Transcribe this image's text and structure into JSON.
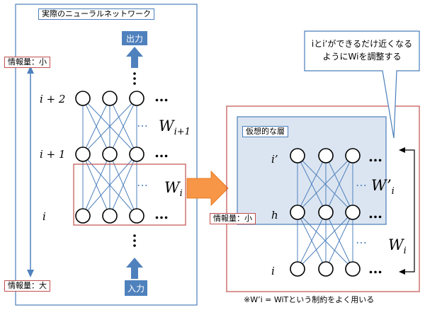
{
  "left_panel": {
    "title": "実際のニューラルネットワーク",
    "output_label": "出力",
    "input_label": "入力",
    "info_small": "情報量：小",
    "info_large": "情報量：大",
    "layer_labels": [
      "i + 2",
      "i + 1",
      "i"
    ],
    "weight_top": "W",
    "weight_top_sub": "i+1",
    "weight_mid": "W",
    "weight_mid_sub": "i"
  },
  "right_panel": {
    "virtual_layer_label": "仮想的な層",
    "info_small": "情報量：小",
    "layer_labels": [
      "i’",
      "h",
      "i"
    ],
    "weight_top": "W’",
    "weight_top_sub": "i",
    "weight_bottom": "W",
    "weight_bottom_sub": "i",
    "callout_line1": "iとi’ができるだけ近くなる",
    "callout_line2": "ようにWiを調整する",
    "note": "※W’i = WiTという制約をよく用いる"
  },
  "ellipsis": "…",
  "dots": "⋯",
  "colors": {
    "blue_frame": "#4a7ebb",
    "red_frame": "#c0504d",
    "arrow_blue": "#4f81bd",
    "arrow_orange": "#f79646",
    "virtual_fill": "#dbe5f1"
  }
}
